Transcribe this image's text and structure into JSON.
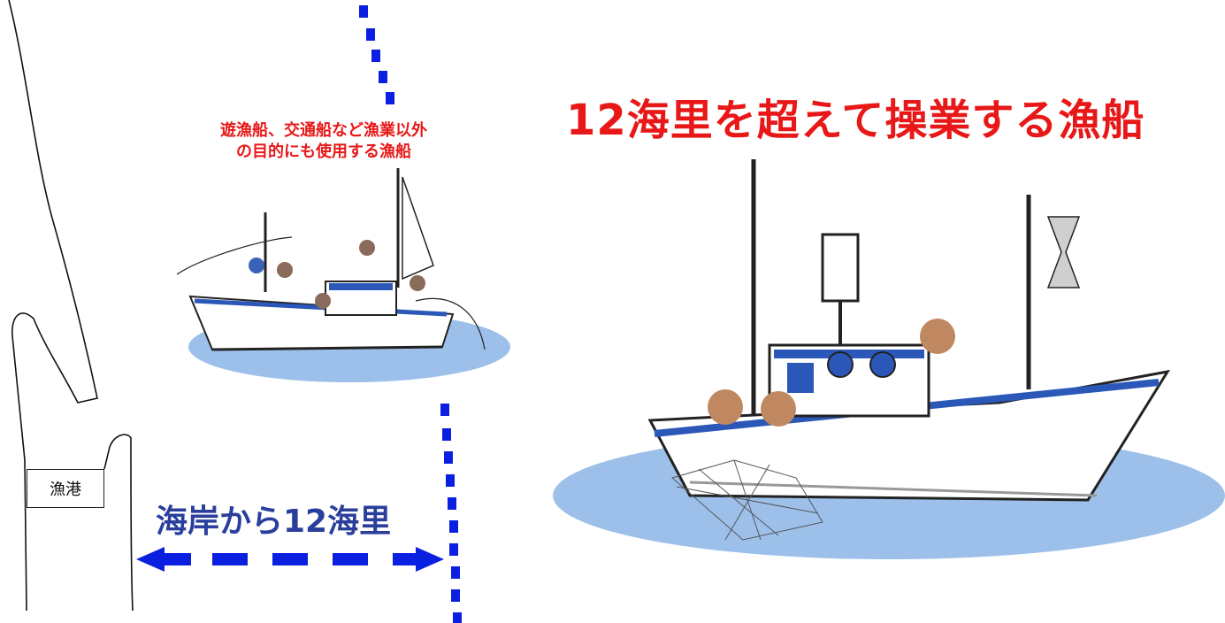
{
  "labels": {
    "offshore_title": "12海里を超えて操業する漁船",
    "nearshore_caption_line1": "遊漁船、交通船など漁業以外",
    "nearshore_caption_line2": "の目的にも使用する漁船",
    "distance": "海岸から12海里",
    "port": "漁港"
  },
  "colors": {
    "title_red": "#e81818",
    "distance_blue": "#2a3f9c",
    "boundary_blue": "#0b1fe0",
    "sea_blue": "#9cc0ea"
  }
}
